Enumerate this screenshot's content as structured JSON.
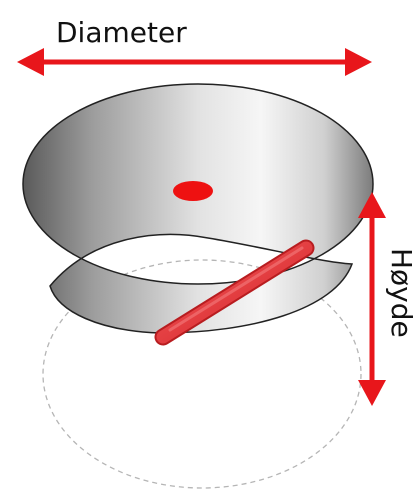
{
  "labels": {
    "diameter": "Diameter",
    "height": "Høyde"
  },
  "colors": {
    "arrow": "#e8161b",
    "marker": "#ee1111",
    "rod": "#e8393b",
    "cone_dark": "#585858",
    "cone_light": "#f4f4f4",
    "outline": "#222222",
    "dashed_circle": "#b5b5b5"
  },
  "icons": {
    "diameter_arrow": "double-headed-arrow-horizontal",
    "height_arrow": "double-headed-arrow-vertical"
  }
}
